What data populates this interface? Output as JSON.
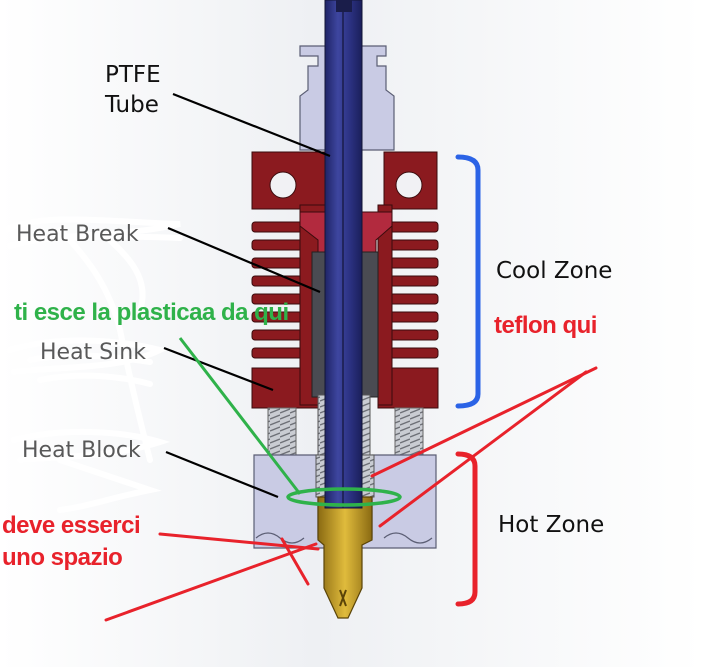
{
  "labels": {
    "ptfe_line1": "PTFE",
    "ptfe_line2": "Tube",
    "cool_zone": "Cool Zone",
    "hot_zone": "Hot Zone",
    "heat_break": "Heat Break",
    "heat_sink": "Heat Sink",
    "heat_block": "Heat Block"
  },
  "annotations": {
    "plastic_exit": "ti esce la plasticaa da qui",
    "teflon_here": "teflon qui",
    "space_line1": "deve esserci",
    "space_line2": "uno spazio"
  },
  "colors": {
    "heatsink": "#8b1a1f",
    "ptfe_tube": "#343a86",
    "nozzle": "#c8a22c",
    "cool_bracket": "#2b63e6",
    "hot_bracket": "#e8222b",
    "annotation_red": "#e8222b",
    "annotation_green": "#2fb24a"
  }
}
